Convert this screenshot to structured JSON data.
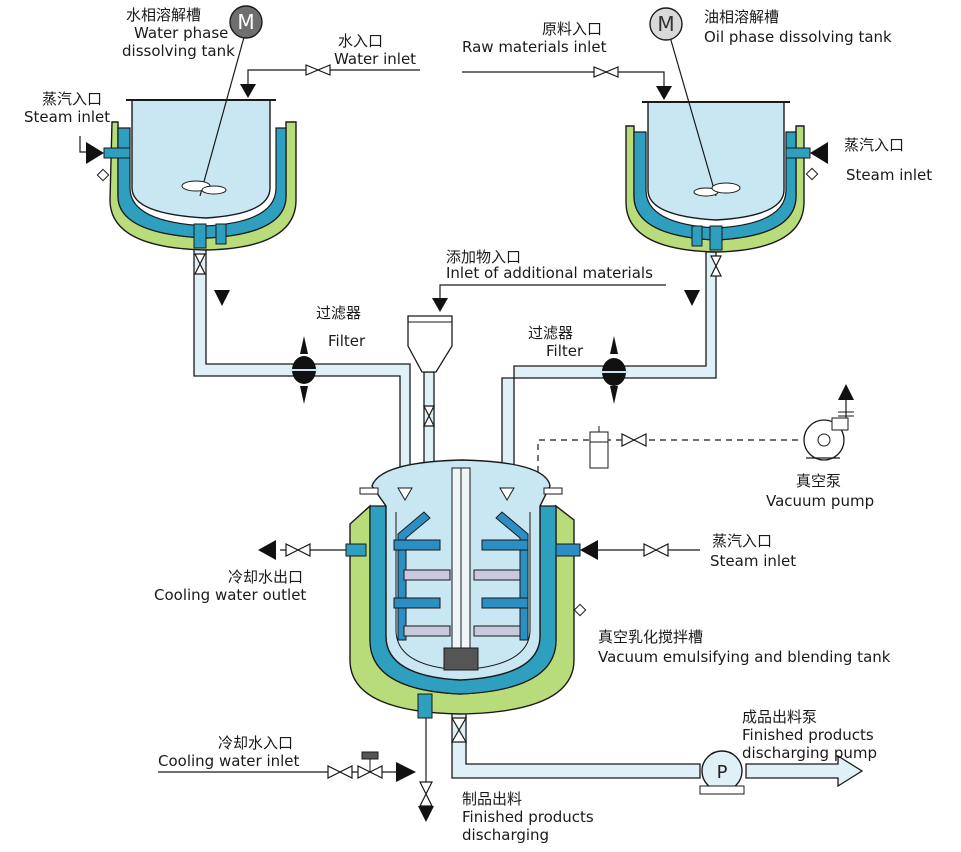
{
  "labels": {
    "water_tank_cn": "水相溶解槽",
    "water_tank_en1": "Water phase",
    "water_tank_en2": "dissolving tank",
    "water_inlet_cn": "水入口",
    "water_inlet_en": "Water inlet",
    "raw_inlet_cn": "原料入口",
    "raw_inlet_en": "Raw materials inlet",
    "oil_tank_cn": "油相溶解槽",
    "oil_tank_en": "Oil phase dissolving tank",
    "steam_left_cn": "蒸汽入口",
    "steam_left_en": "Steam inlet",
    "steam_right_cn": "蒸汽入口",
    "steam_right_en": "Steam inlet",
    "additive_cn": "添加物入口",
    "additive_en": "Inlet of additional materials",
    "filter_left_cn": "过滤器",
    "filter_left_en": "Filter",
    "filter_right_cn": "过滤器",
    "filter_right_en": "Filter",
    "vacuum_pump_cn": "真空泵",
    "vacuum_pump_en": "Vacuum pump",
    "steam_main_cn": "蒸汽入口",
    "steam_main_en": "Steam inlet",
    "cool_out_cn": "冷却水出口",
    "cool_out_en": "Cooling water outlet",
    "main_tank_cn": "真空乳化搅拌槽",
    "main_tank_en": "Vacuum emulsifying and blending tank",
    "cool_in_cn": "冷却水入口",
    "cool_in_en": "Cooling water inlet",
    "product_pump_cn": "成品出料泵",
    "product_pump_en1": "Finished products",
    "product_pump_en2": "discharging pump",
    "discharge_cn": "制品出料",
    "discharge_en1": "Finished products",
    "discharge_en2": "discharging"
  },
  "symbols": {
    "motor_letter": "M",
    "pump_letter": "P"
  },
  "colors": {
    "outer_jacket": "#b9dc7a",
    "jacket_band": "#2f9fbf",
    "vessel_fill": "#c9e7f3",
    "pipe_fill": "#dff0f6",
    "impeller_blue": "#2b8fc4",
    "baffle_gray": "#c8c8de",
    "outline": "#1a1a1a"
  }
}
